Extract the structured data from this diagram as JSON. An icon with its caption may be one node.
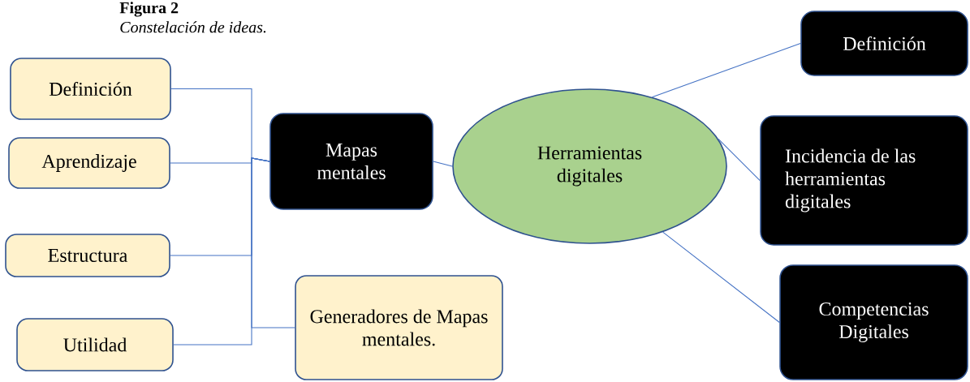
{
  "diagram": {
    "title": "Figura 2",
    "caption": "Constelación de ideas.",
    "nodes": [
      {
        "text": [
          "Herramientas digitales"
        ]
      },
      {
        "text": [
          "Mapas mentales"
        ]
      },
      {
        "text": [
          "Definición"
        ]
      },
      {
        "text": [
          "Aprendizaje"
        ]
      },
      {
        "text": [
          "Estructura"
        ]
      },
      {
        "text": [
          "Utilidad"
        ]
      },
      {
        "text": [
          "Generadores de Mapas mentales."
        ]
      },
      {
        "text": [
          "Definición"
        ]
      },
      {
        "text": [
          "Incidencia de las herramientas digitales"
        ]
      },
      {
        "text": [
          "Competencias Digitales"
        ]
      }
    ],
    "edges": [
      {
        "from": 0,
        "to": 1,
        "arrow": "none"
      },
      {
        "from": 1,
        "to": 2,
        "arrow": "none"
      },
      {
        "from": 1,
        "to": 3,
        "arrow": "none"
      },
      {
        "from": 1,
        "to": 4,
        "arrow": "none"
      },
      {
        "from": 1,
        "to": 5,
        "arrow": "none"
      },
      {
        "from": 1,
        "to": 6,
        "arrow": "none"
      },
      {
        "from": 0,
        "to": 7,
        "arrow": "none"
      },
      {
        "from": 0,
        "to": 8,
        "arrow": "none"
      },
      {
        "from": 0,
        "to": 9,
        "arrow": "none"
      }
    ]
  }
}
